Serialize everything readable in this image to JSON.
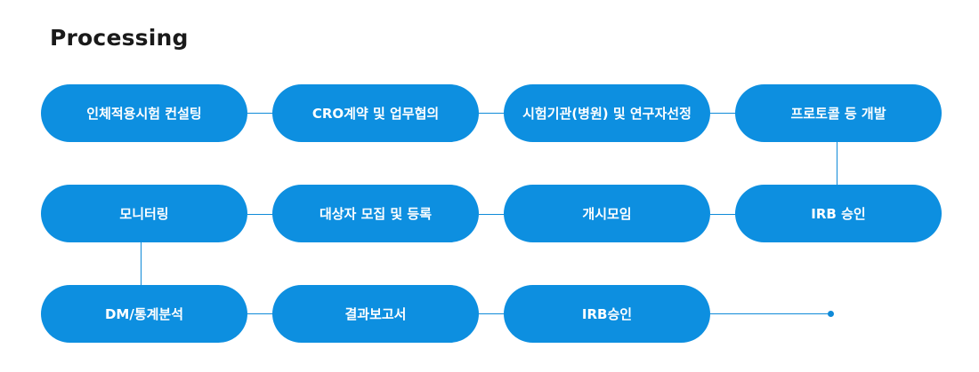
{
  "title": "Processing",
  "colors": {
    "step_fill": "#0d8fe0",
    "connector": "#0f8ad8",
    "step_text": "#ffffff"
  },
  "steps": [
    "인체적용시험 컨설팅",
    "CRO계약 및 업무협의",
    "시험기관(병원) 및 연구자선정",
    "프로토콜 등 개발",
    "모니터링",
    "대상자 모집 및 등록",
    "개시모임",
    "IRB 승인",
    "DM/통계분석",
    "결과보고서",
    "IRB승인"
  ]
}
